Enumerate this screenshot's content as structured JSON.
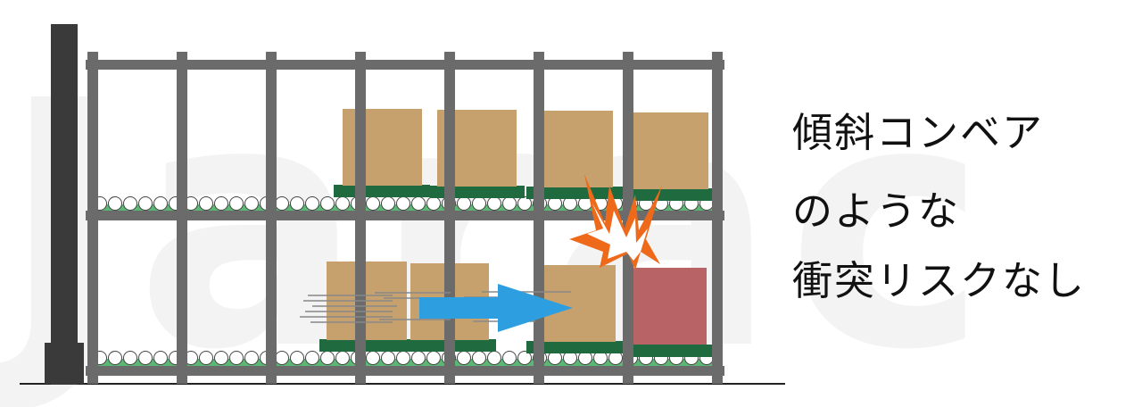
{
  "caption": {
    "line1": "傾斜コンベア",
    "line2": "のような",
    "line3": "衝突リスクなし"
  },
  "watermark_text": "Jarac",
  "icons": [
    "motion-arrow-icon",
    "collision-burst-icon"
  ],
  "colors": {
    "frame": "#6b6b6b",
    "post": "#3b3b3b",
    "box": "#c6a06d",
    "box_colliding": "#b86466",
    "pallet": "#1f6a3f",
    "conveyor": "#5db774",
    "arrow": "#2d9fe0",
    "burst": "#ee6a1a",
    "watermark": "#f2f2f2"
  }
}
